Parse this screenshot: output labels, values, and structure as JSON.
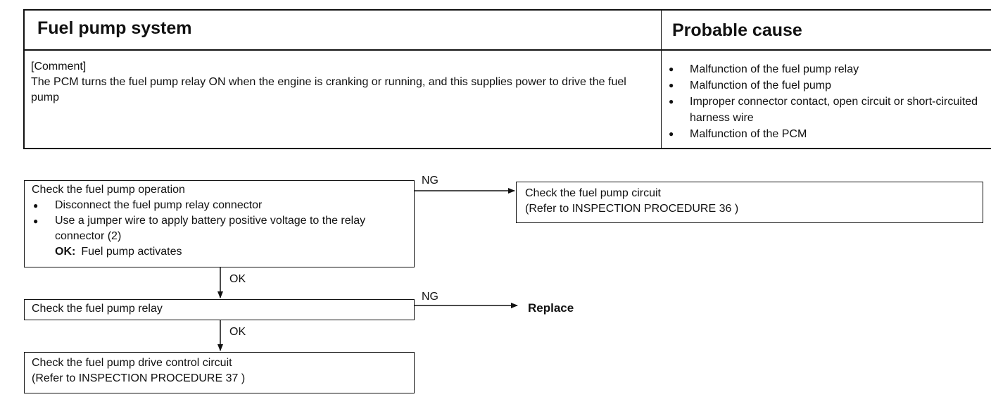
{
  "table": {
    "header_left": "Fuel pump system",
    "header_right": "Probable cause",
    "comment_heading": "[Comment]",
    "comment_text": "The PCM turns the fuel pump relay ON when the engine is cranking or running, and this supplies power to drive the fuel pump",
    "causes": [
      "Malfunction of the fuel pump relay",
      "Malfunction of the fuel pump",
      "Improper connector contact, open circuit or short-circuited harness wire",
      "Malfunction of the PCM"
    ]
  },
  "flow": {
    "step1": {
      "title": "Check the fuel pump operation",
      "items": [
        "Disconnect the fuel pump relay connector",
        "Use a jumper wire to apply battery positive voltage to the relay connector (2)"
      ],
      "ok_label": "OK:",
      "ok_text": "Fuel pump activates"
    },
    "step1_ng": {
      "line1": "Check the fuel pump circuit",
      "line2": "(Refer to INSPECTION PROCEDURE 36 )"
    },
    "step2": {
      "title": "Check the fuel pump relay"
    },
    "step2_ng": "Replace",
    "step3": {
      "line1": "Check the fuel pump drive control circuit",
      "line2": "(Refer to INSPECTION PROCEDURE 37 )"
    },
    "ng_label": "NG",
    "ok_label": "OK"
  }
}
